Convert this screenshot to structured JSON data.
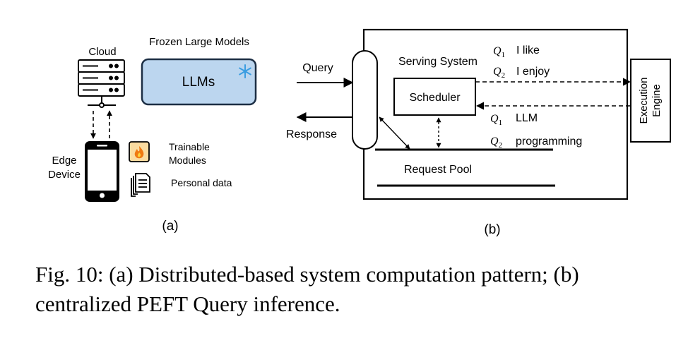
{
  "panel_a": {
    "cloud_label": "Cloud",
    "frozen_models_label": "Frozen Large Models",
    "llms_label": "LLMs",
    "edge_device_line1": "Edge",
    "edge_device_line2": "Device",
    "trainable_line1": "Trainable",
    "trainable_line2": "Modules",
    "personal_data_label": "Personal data",
    "sublabel": "(a)",
    "colors": {
      "llm_box_fill": "#bcd6ef",
      "llm_box_stroke": "#1c2e44",
      "flame_box": "#fbdca0",
      "snowflake": "#3b9de1"
    }
  },
  "panel_b": {
    "query_label": "Query",
    "response_label": "Response",
    "serving_system_label": "Serving System",
    "scheduler_label": "Scheduler",
    "request_pool_label": "Request Pool",
    "execution_line1": "Execution",
    "execution_line2": "Engine",
    "q1_symbol": "Q",
    "q1_sub": "1",
    "q2_symbol": "Q",
    "q2_sub": "2",
    "q1_out": "I like",
    "q2_out": "I enjoy",
    "q1_in": "LLM",
    "q2_in": "programming",
    "sublabel": "(b)"
  },
  "caption": {
    "text": "Fig. 10: (a) Distributed-based system computation pattern; (b) centralized PEFT Query inference."
  }
}
